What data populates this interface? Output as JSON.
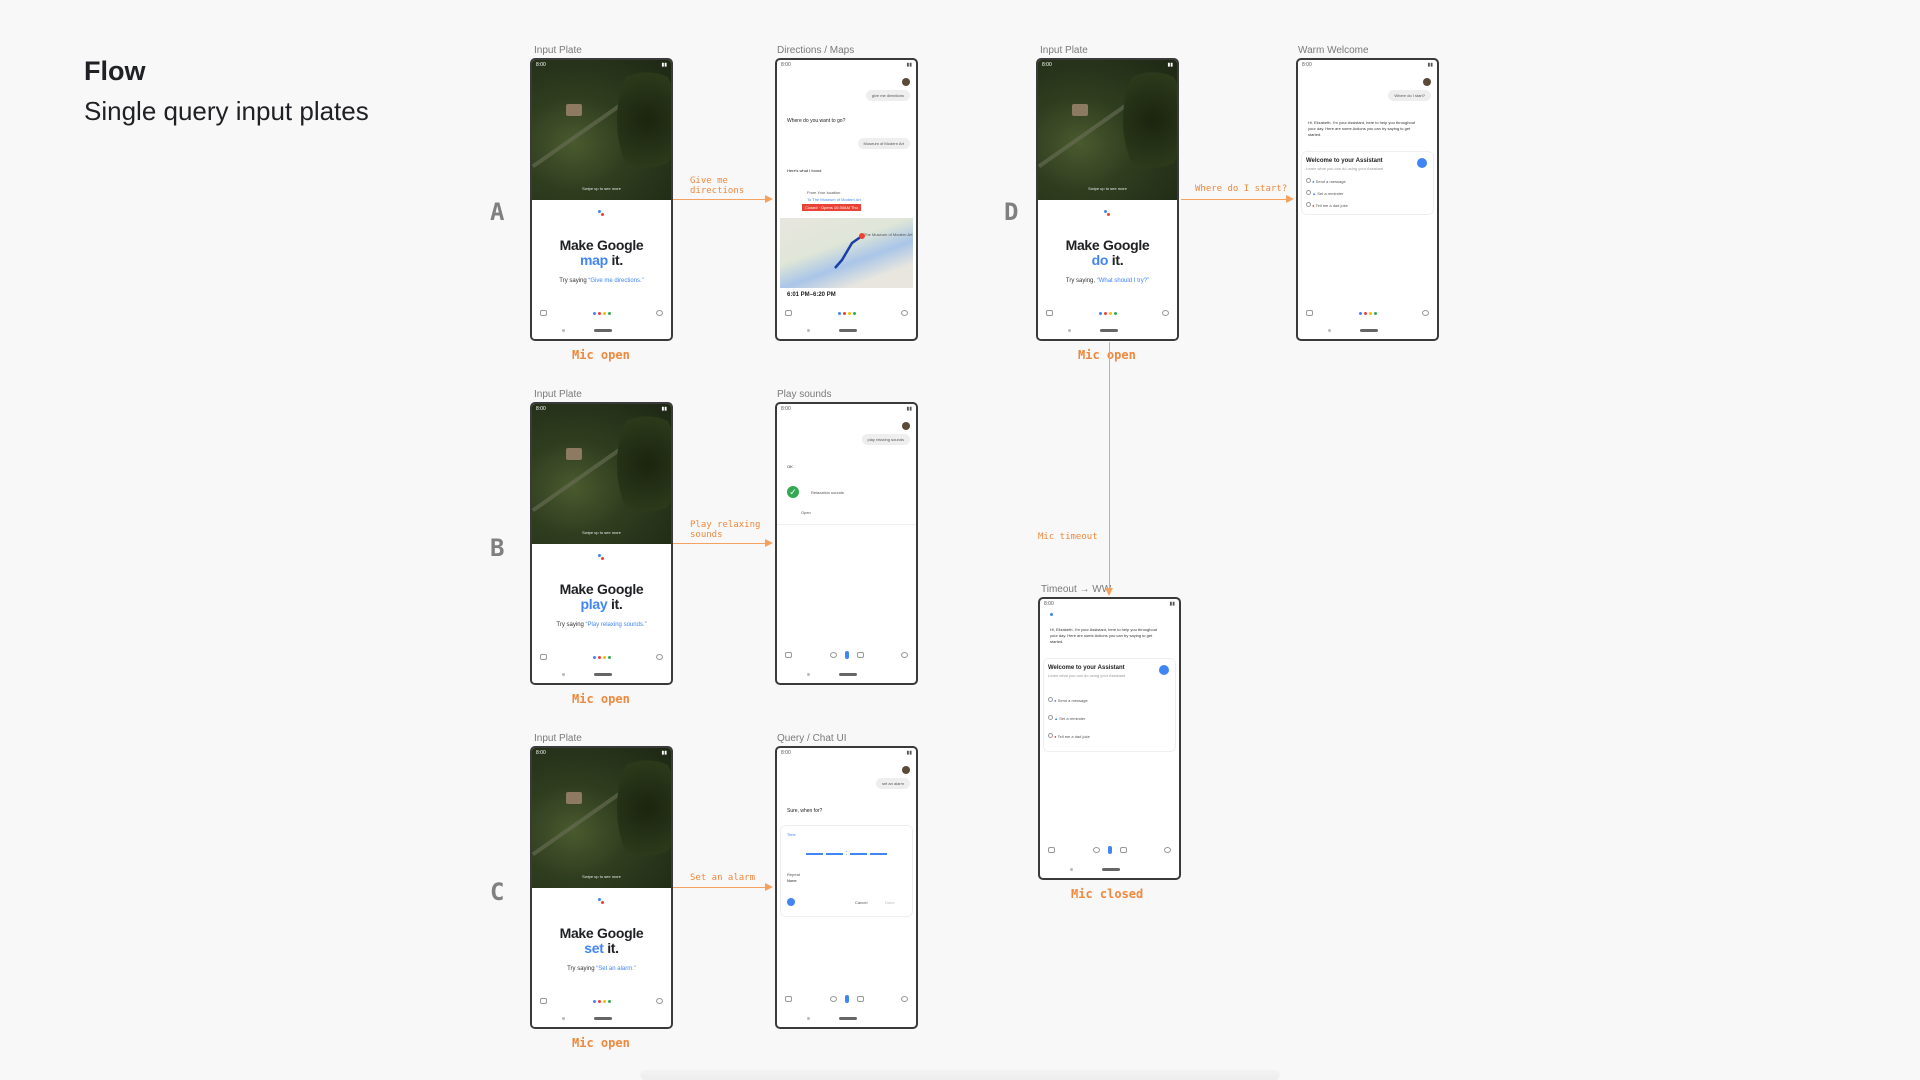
{
  "header": {
    "title": "Flow",
    "subtitle": "Single query input plates"
  },
  "rows": {
    "a": "A",
    "b": "B",
    "c": "C",
    "d": "D"
  },
  "colors": {
    "arrow": "#f4a261",
    "caption": "#f0883e",
    "accent": "#4285f4"
  },
  "status_time": "8:00",
  "swipe_hint": "Swipe up to see more",
  "input_plates": [
    {
      "caption": "Input Plate",
      "make_prefix": "Make Google",
      "verb": "map",
      "suffix": "it.",
      "try_prefix": "Try saying",
      "try_example": "“Give me directions.”",
      "footer": "Mic open"
    },
    {
      "caption": "Input Plate",
      "make_prefix": "Make Google",
      "verb": "play",
      "suffix": "it.",
      "try_prefix": "Try saying",
      "try_example": "“Play relaxing sounds.”",
      "footer": "Mic open"
    },
    {
      "caption": "Input Plate",
      "make_prefix": "Make Google",
      "verb": "set",
      "suffix": "it.",
      "try_prefix": "Try saying",
      "try_example": "“Set an alarm.”",
      "footer": "Mic open"
    },
    {
      "caption": "Input Plate",
      "make_prefix": "Make Google",
      "verb": "do",
      "suffix": "it.",
      "try_prefix": "Try saying,",
      "try_example": "“What should I try?”",
      "footer": "Mic open"
    }
  ],
  "arrows": {
    "a": "Give me directions",
    "b": "Play relaxing sounds",
    "c": "Set an alarm",
    "d": "Where do I start?",
    "timeout": "Mic timeout"
  },
  "directions": {
    "caption": "Directions / Maps",
    "user_query": "give me directions",
    "assistant_q": "Where do you want to go?",
    "user_answer": "Museum of Modern Art",
    "found": "Here's what I found",
    "from": "From Your location",
    "to": "To The Museum of Modern Art",
    "closed": "Closed · Opens 10:30AM Thu",
    "map_label": "The Museum of Modern Art",
    "times": "6:01 PM–6:20 PM"
  },
  "sounds": {
    "caption": "Play sounds",
    "user_query": "play relaxing sounds",
    "ok": "OK",
    "result": "Relaxation sounds",
    "open": "Open"
  },
  "chat": {
    "caption": "Query / Chat UI",
    "user_query": "set an alarm",
    "assistant_q": "Sure, when for?",
    "time_label": "Time",
    "repeat_label": "Repeat",
    "repeat_value": "None",
    "cancel": "Cancel",
    "done": "Done"
  },
  "welcome": {
    "caption": "Warm Welcome",
    "user_query": "Where do I start?",
    "intro": "Hi, Elizabeth. I'm your Assistant, here to help you throughout your day. Here are some Actions you can try saying to get started.",
    "card_title": "Welcome to your Assistant",
    "card_sub": "Learn what you can do using your Assistant",
    "actions": [
      "Send a message",
      "Set a reminder",
      "Tell me a dad joke"
    ]
  },
  "timeout_ww": {
    "caption": "Timeout → WW",
    "footer": "Mic closed"
  }
}
